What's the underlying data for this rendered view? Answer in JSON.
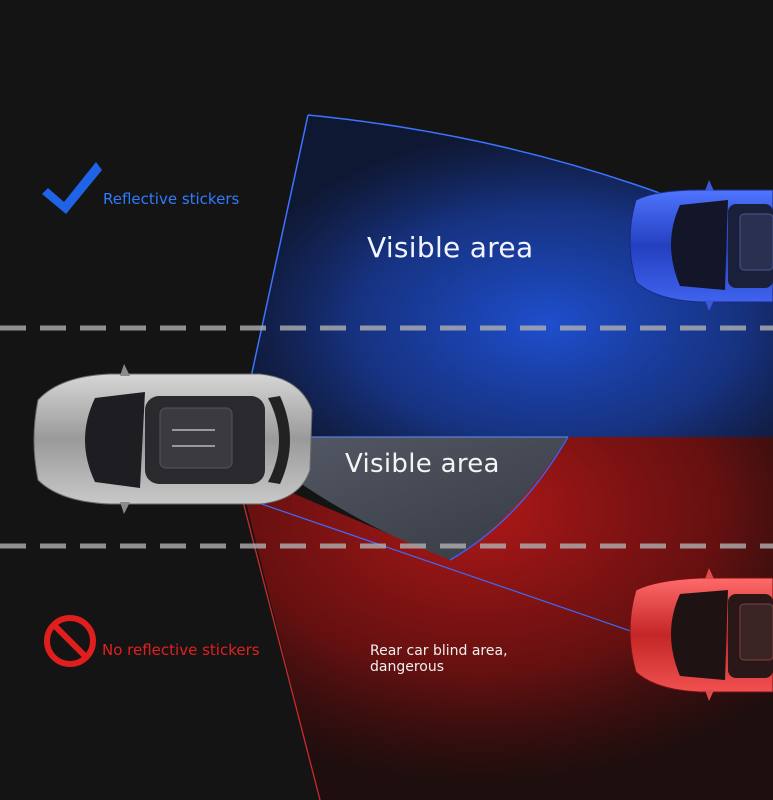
{
  "legend": {
    "with_stickers": "Reflective stickers",
    "without_stickers": "No reflective stickers"
  },
  "zones": {
    "top_visible": "Visible area",
    "middle_visible": "Visible area",
    "rear_blind": "Rear car blind area, dangerous"
  },
  "icons": {
    "with_stickers": "checkmark-icon",
    "without_stickers": "prohibited-icon"
  },
  "colors": {
    "background": "#141414",
    "visible_zone": "#1e4fd0",
    "blind_zone": "#b01818",
    "check": "#1f63e6",
    "prohibited": "#e01e1e",
    "ego_car": "#b8b8b8",
    "blue_car": "#2f55d8",
    "red_car": "#e04040"
  }
}
